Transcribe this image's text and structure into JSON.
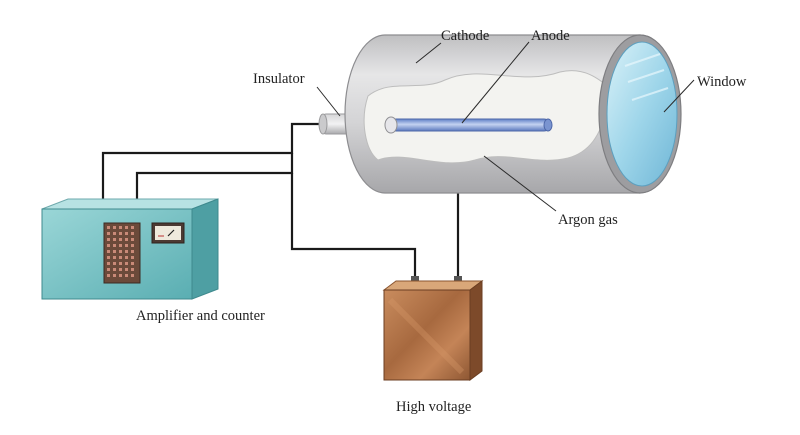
{
  "labels": {
    "cathode": "Cathode",
    "anode": "Anode",
    "insulator": "Insulator",
    "window": "Window",
    "argon_gas": "Argon gas",
    "amplifier": "Amplifier and counter",
    "high_voltage": "High voltage"
  },
  "colors": {
    "tube_body": "#cfcfd0",
    "gas_region": "#f2f2ef",
    "anode_rod": "#8fa8dc",
    "window_glass": "#aee0ef",
    "amplifier_box": "#79c3c6",
    "battery": "#b87a4e",
    "wire": "#1a1a1a"
  }
}
